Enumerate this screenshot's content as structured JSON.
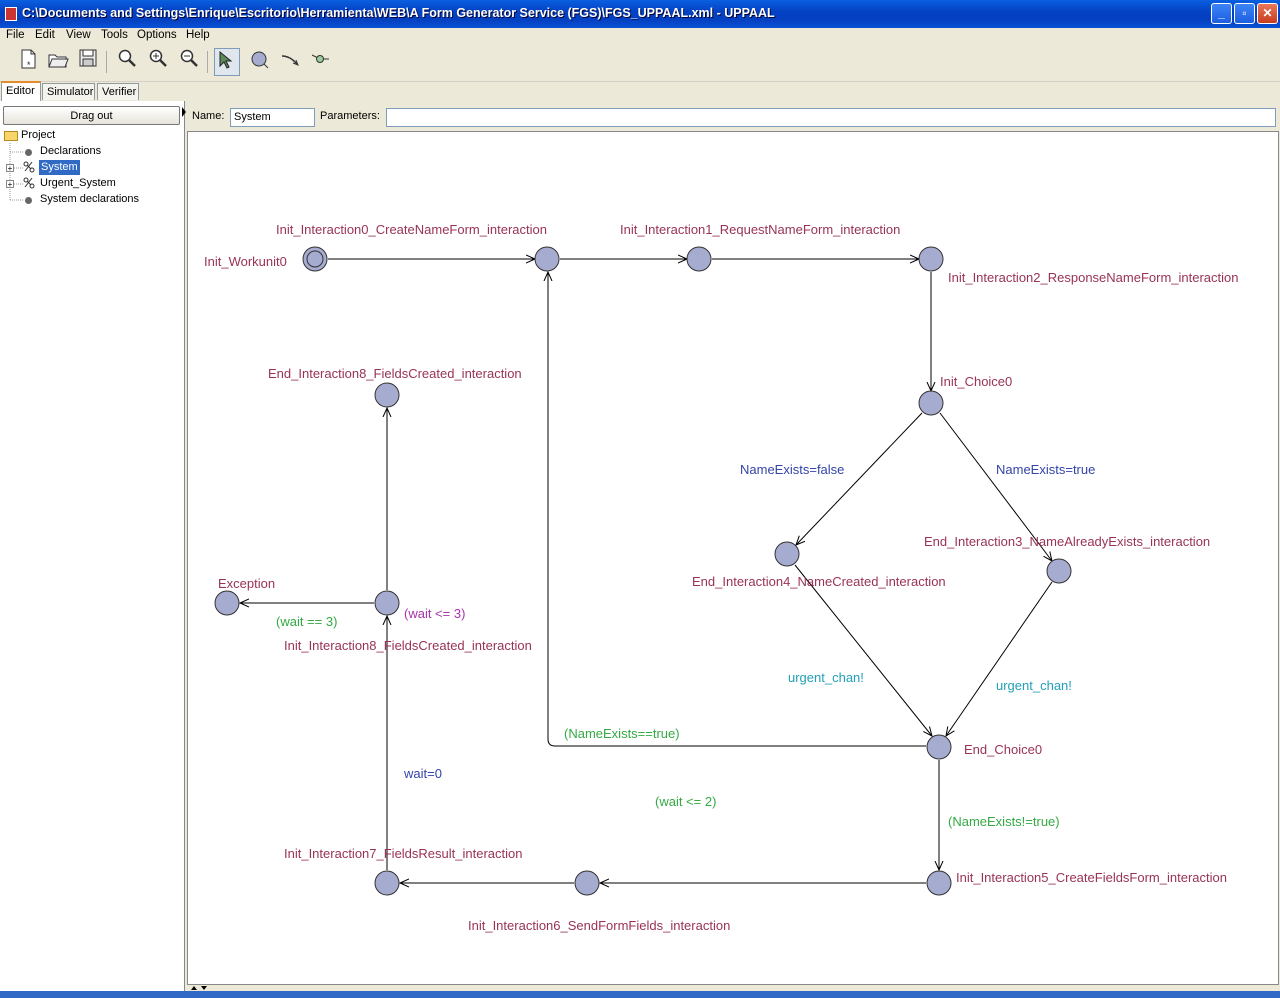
{
  "window": {
    "title": "C:\\Documents and Settings\\Enrique\\Escritorio\\Herramienta\\WEB\\A Form Generator Service (FGS)\\FGS_UPPAAL.xml - UPPAAL",
    "minimize": "_",
    "maximize": "▫",
    "close": "✕"
  },
  "menu": [
    "File",
    "Edit",
    "View",
    "Tools",
    "Options",
    "Help"
  ],
  "toolbar": {
    "icons": [
      "new-document-icon",
      "open-folder-icon",
      "save-icon",
      "zoom-icon",
      "zoom-in-icon",
      "zoom-out-icon",
      "select-tool-icon",
      "location-tool-icon",
      "edge-tool-icon",
      "nail-tool-icon"
    ]
  },
  "tabs": [
    "Editor",
    "Simulator",
    "Verifier"
  ],
  "sidebar": {
    "drag_out": "Drag out",
    "tree": {
      "root": "Project",
      "items": [
        "Declarations",
        "System",
        "Urgent_System",
        "System declarations"
      ]
    }
  },
  "props": {
    "name_label": "Name:",
    "name_value": "System",
    "params_label": "Parameters:",
    "params_value": ""
  },
  "diagram": {
    "locations": {
      "init_workunit0": "Init_Workunit0",
      "init_i0": "Init_Interaction0_CreateNameForm_interaction",
      "init_i1": "Init_Interaction1_RequestNameForm_interaction",
      "init_i2": "Init_Interaction2_ResponseNameForm_interaction",
      "init_choice0": "Init_Choice0",
      "end_i3": "End_Interaction3_NameAlreadyExists_interaction",
      "end_i4": "End_Interaction4_NameCreated_interaction",
      "end_choice0": "End_Choice0",
      "init_i5": "Init_Interaction5_CreateFieldsForm_interaction",
      "init_i6": "Init_Interaction6_SendFormFields_interaction",
      "init_i7": "Init_Interaction7_FieldsResult_interaction",
      "init_i8": "Init_Interaction8_FieldsCreated_interaction",
      "end_i8": "End_Interaction8_FieldsCreated_interaction",
      "exception": "Exception"
    },
    "labels": {
      "name_exists_false": "NameExists=false",
      "name_exists_true": "NameExists=true",
      "urgent_chan_left": "urgent_chan!",
      "urgent_chan_right": "urgent_chan!",
      "guard_name_exists_eq": "(NameExists==true)",
      "guard_name_exists_neq": "(NameExists!=true)",
      "guard_wait_eq_3": "(wait == 3)",
      "inv_wait_le_3": "(wait <= 3)",
      "inv_wait_le_2": "(wait <= 2)",
      "assign_wait0": "wait=0"
    }
  }
}
